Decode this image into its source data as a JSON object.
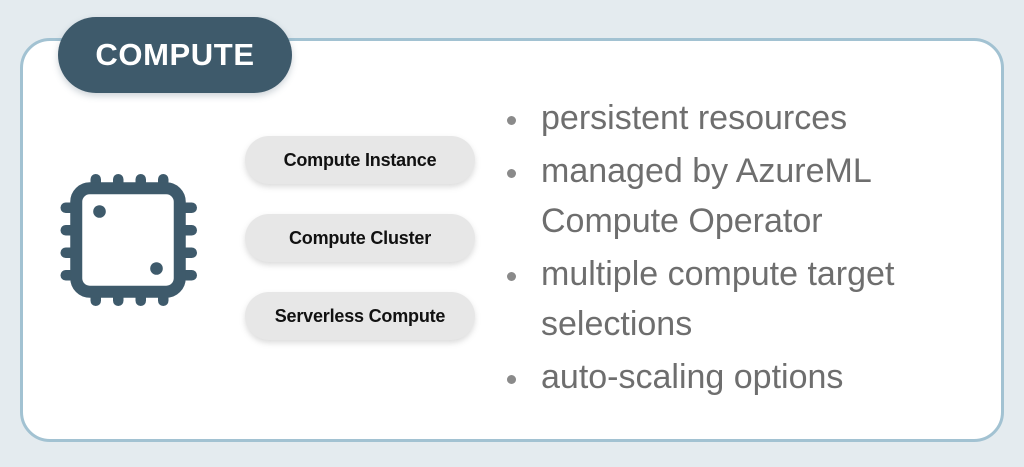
{
  "page": {
    "background_color": "#e4ebef"
  },
  "card": {
    "border_color": "#a2c2d2",
    "background_color": "#ffffff"
  },
  "header": {
    "badge_label": "COMPUTE",
    "badge_color": "#3e5a6b",
    "badge_text_color": "#ffffff"
  },
  "icon": {
    "name": "cpu-chip-icon",
    "color": "#3e5a6b"
  },
  "pills": [
    {
      "label": "Compute Instance"
    },
    {
      "label": "Compute Cluster"
    },
    {
      "label": "Serverless Compute"
    }
  ],
  "pill_style": {
    "background_color": "#e7e7e7",
    "text_color": "#111111"
  },
  "bullets": [
    {
      "text": "persistent resources"
    },
    {
      "text": "managed by AzureML Compute Operator"
    },
    {
      "text": "multiple compute target selections"
    },
    {
      "text": "auto-scaling options"
    }
  ],
  "bullet_style": {
    "text_color": "#6e6e6e",
    "marker_color": "#8a8a8a"
  }
}
